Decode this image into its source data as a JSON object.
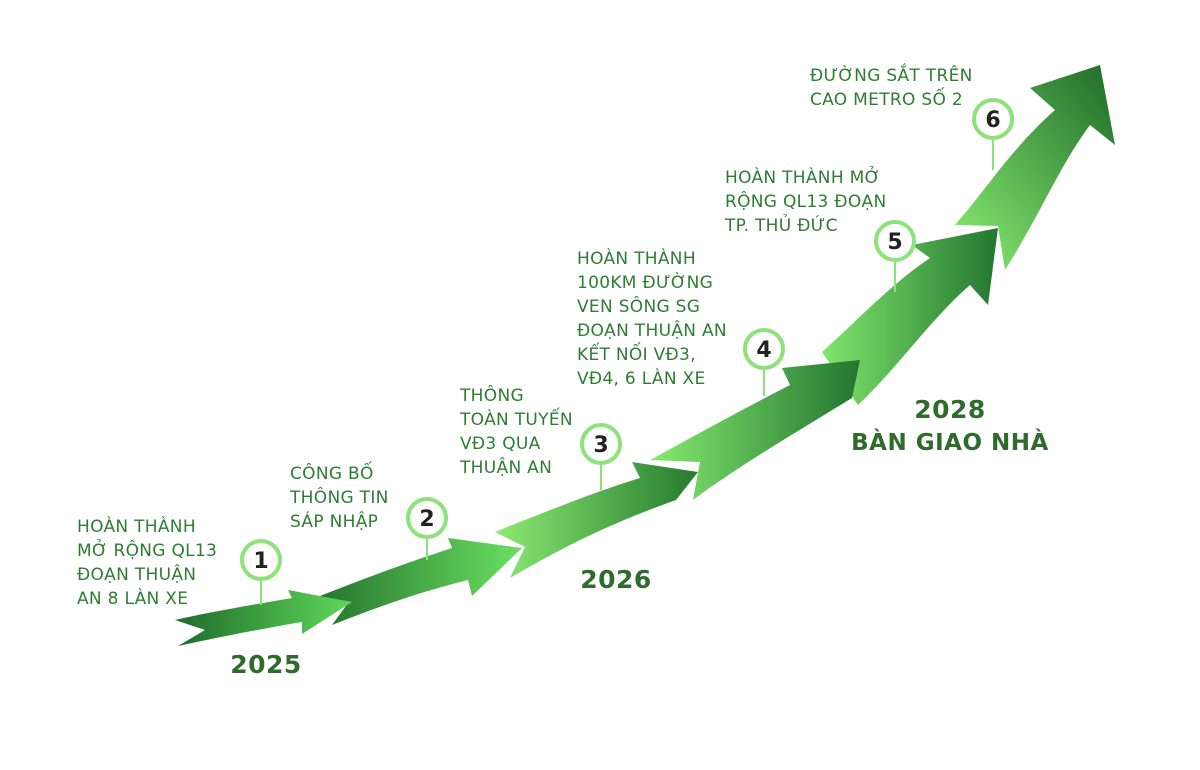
{
  "steps": [
    {
      "number": "1",
      "lines": [
        "HOÀN THÀNH",
        "MỞ RỘNG QL13",
        "ĐOẠN THUẬN",
        "AN 8 LÀN XE"
      ]
    },
    {
      "number": "2",
      "lines": [
        "CÔNG BỐ",
        "THÔNG TIN",
        "SÁP NHẬP"
      ]
    },
    {
      "number": "3",
      "lines": [
        "THÔNG",
        "TOÀN TUYẾN",
        "VĐ3 QUA",
        "THUẬN AN"
      ]
    },
    {
      "number": "4",
      "lines": [
        "HOÀN THÀNH",
        "100KM ĐƯỜNG",
        "VEN SÔNG SG",
        "ĐOẠN THUẬN AN",
        "KẾT NỐI VĐ3,",
        "VĐ4, 6 LÀN XE"
      ]
    },
    {
      "number": "5",
      "lines": [
        "HOÀN THÀNH MỞ",
        "RỘNG QL13 ĐOẠN",
        "TP. THỦ ĐỨC"
      ]
    },
    {
      "number": "6",
      "lines": [
        "ĐƯỜNG SẮT TRÊN",
        "CAO METRO SỐ 2"
      ]
    }
  ],
  "years": {
    "y2025": "2025",
    "y2026": "2026",
    "y2028": "2028",
    "y2028_caption": "BÀN GIAO NHÀ"
  },
  "colors": {
    "arrow_dark": "#1f6b2a",
    "arrow_light": "#7ee66a",
    "marker_ring": "#8ee27a",
    "text_green": "#2e7d32"
  }
}
